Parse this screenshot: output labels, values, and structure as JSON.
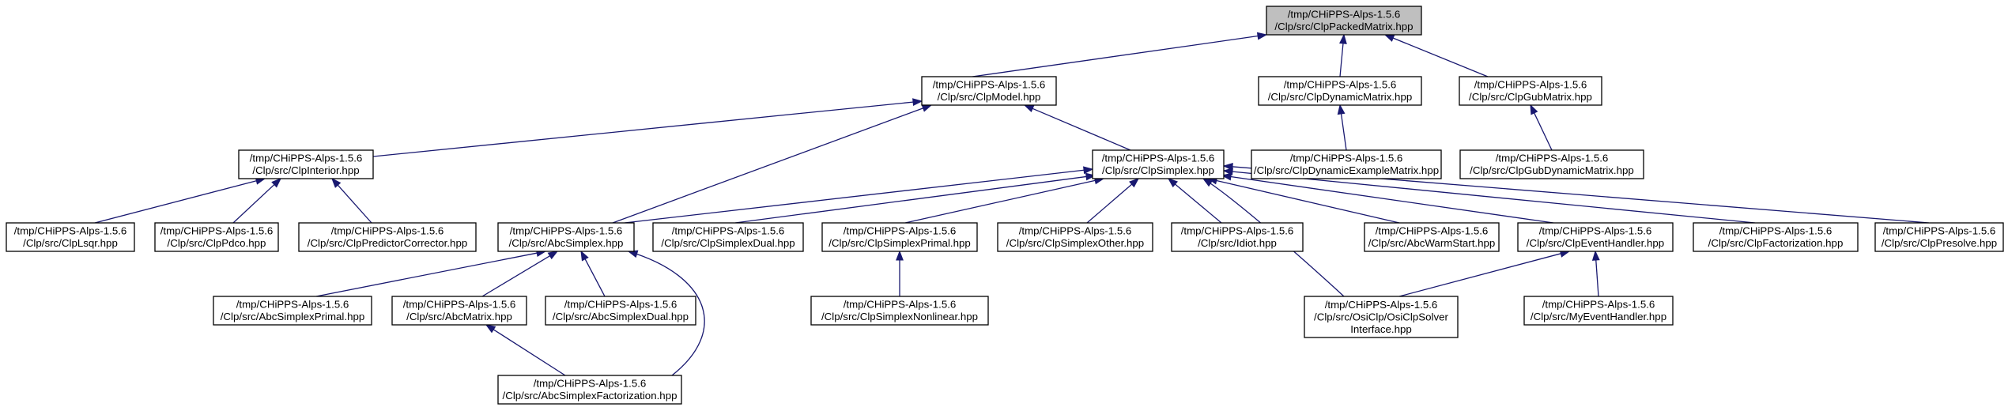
{
  "graph": {
    "nodes": [
      {
        "id": "n0",
        "lines": [
          "/tmp/CHiPPS-Alps-1.5.6",
          "/Clp/src/ClpPackedMatrix.hpp"
        ],
        "highlighted": true
      },
      {
        "id": "n1",
        "lines": [
          "/tmp/CHiPPS-Alps-1.5.6",
          "/Clp/src/ClpModel.hpp"
        ]
      },
      {
        "id": "n2",
        "lines": [
          "/tmp/CHiPPS-Alps-1.5.6",
          "/Clp/src/ClpDynamicMatrix.hpp"
        ]
      },
      {
        "id": "n3",
        "lines": [
          "/tmp/CHiPPS-Alps-1.5.6",
          "/Clp/src/ClpGubMatrix.hpp"
        ]
      },
      {
        "id": "n4",
        "lines": [
          "/tmp/CHiPPS-Alps-1.5.6",
          "/Clp/src/ClpInterior.hpp"
        ]
      },
      {
        "id": "n5",
        "lines": [
          "/tmp/CHiPPS-Alps-1.5.6",
          "/Clp/src/ClpSimplex.hpp"
        ]
      },
      {
        "id": "n6",
        "lines": [
          "/tmp/CHiPPS-Alps-1.5.6",
          "/Clp/src/ClpDynamicExampleMatrix.hpp"
        ]
      },
      {
        "id": "n7",
        "lines": [
          "/tmp/CHiPPS-Alps-1.5.6",
          "/Clp/src/ClpGubDynamicMatrix.hpp"
        ]
      },
      {
        "id": "n8",
        "lines": [
          "/tmp/CHiPPS-Alps-1.5.6",
          "/Clp/src/ClpLsqr.hpp"
        ]
      },
      {
        "id": "n9",
        "lines": [
          "/tmp/CHiPPS-Alps-1.5.6",
          "/Clp/src/ClpPdco.hpp"
        ]
      },
      {
        "id": "n10",
        "lines": [
          "/tmp/CHiPPS-Alps-1.5.6",
          "/Clp/src/ClpPredictorCorrector.hpp"
        ]
      },
      {
        "id": "n11",
        "lines": [
          "/tmp/CHiPPS-Alps-1.5.6",
          "/Clp/src/AbcSimplex.hpp"
        ]
      },
      {
        "id": "n12",
        "lines": [
          "/tmp/CHiPPS-Alps-1.5.6",
          "/Clp/src/ClpSimplexDual.hpp"
        ]
      },
      {
        "id": "n13",
        "lines": [
          "/tmp/CHiPPS-Alps-1.5.6",
          "/Clp/src/ClpSimplexPrimal.hpp"
        ]
      },
      {
        "id": "n14",
        "lines": [
          "/tmp/CHiPPS-Alps-1.5.6",
          "/Clp/src/ClpSimplexOther.hpp"
        ]
      },
      {
        "id": "n15",
        "lines": [
          "/tmp/CHiPPS-Alps-1.5.6",
          "/Clp/src/Idiot.hpp"
        ]
      },
      {
        "id": "n16",
        "lines": [
          "/tmp/CHiPPS-Alps-1.5.6",
          "/Clp/src/AbcWarmStart.hpp"
        ]
      },
      {
        "id": "n17",
        "lines": [
          "/tmp/CHiPPS-Alps-1.5.6",
          "/Clp/src/ClpEventHandler.hpp"
        ]
      },
      {
        "id": "n18",
        "lines": [
          "/tmp/CHiPPS-Alps-1.5.6",
          "/Clp/src/ClpFactorization.hpp"
        ]
      },
      {
        "id": "n19",
        "lines": [
          "/tmp/CHiPPS-Alps-1.5.6",
          "/Clp/src/ClpPresolve.hpp"
        ]
      },
      {
        "id": "n20",
        "lines": [
          "/tmp/CHiPPS-Alps-1.5.6",
          "/Clp/src/AbcSimplexPrimal.hpp"
        ]
      },
      {
        "id": "n21",
        "lines": [
          "/tmp/CHiPPS-Alps-1.5.6",
          "/Clp/src/AbcMatrix.hpp"
        ]
      },
      {
        "id": "n22",
        "lines": [
          "/tmp/CHiPPS-Alps-1.5.6",
          "/Clp/src/AbcSimplexDual.hpp"
        ]
      },
      {
        "id": "n23",
        "lines": [
          "/tmp/CHiPPS-Alps-1.5.6",
          "/Clp/src/ClpSimplexNonlinear.hpp"
        ]
      },
      {
        "id": "n24",
        "lines": [
          "/tmp/CHiPPS-Alps-1.5.6",
          "/Clp/src/OsiClp/OsiClpSolver",
          "Interface.hpp"
        ]
      },
      {
        "id": "n25",
        "lines": [
          "/tmp/CHiPPS-Alps-1.5.6",
          "/Clp/src/MyEventHandler.hpp"
        ]
      },
      {
        "id": "n26",
        "lines": [
          "/tmp/CHiPPS-Alps-1.5.6",
          "/Clp/src/AbcSimplexFactorization.hpp"
        ]
      }
    ],
    "edges": [
      {
        "from": "n1",
        "to": "n0"
      },
      {
        "from": "n2",
        "to": "n0"
      },
      {
        "from": "n3",
        "to": "n0"
      },
      {
        "from": "n4",
        "to": "n1"
      },
      {
        "from": "n11",
        "to": "n1"
      },
      {
        "from": "n5",
        "to": "n1"
      },
      {
        "from": "n6",
        "to": "n2"
      },
      {
        "from": "n7",
        "to": "n3"
      },
      {
        "from": "n8",
        "to": "n4"
      },
      {
        "from": "n9",
        "to": "n4"
      },
      {
        "from": "n10",
        "to": "n4"
      },
      {
        "from": "n11",
        "to": "n5"
      },
      {
        "from": "n12",
        "to": "n5"
      },
      {
        "from": "n13",
        "to": "n5"
      },
      {
        "from": "n14",
        "to": "n5"
      },
      {
        "from": "n15",
        "to": "n5"
      },
      {
        "from": "n24",
        "to": "n5"
      },
      {
        "from": "n16",
        "to": "n5"
      },
      {
        "from": "n17",
        "to": "n5"
      },
      {
        "from": "n18",
        "to": "n5"
      },
      {
        "from": "n19",
        "to": "n5"
      },
      {
        "from": "n20",
        "to": "n11"
      },
      {
        "from": "n21",
        "to": "n11"
      },
      {
        "from": "n22",
        "to": "n11"
      },
      {
        "from": "n26",
        "to": "n11"
      },
      {
        "from": "n23",
        "to": "n13"
      },
      {
        "from": "n24",
        "to": "n17"
      },
      {
        "from": "n25",
        "to": "n17"
      },
      {
        "from": "n26",
        "to": "n21"
      }
    ]
  }
}
